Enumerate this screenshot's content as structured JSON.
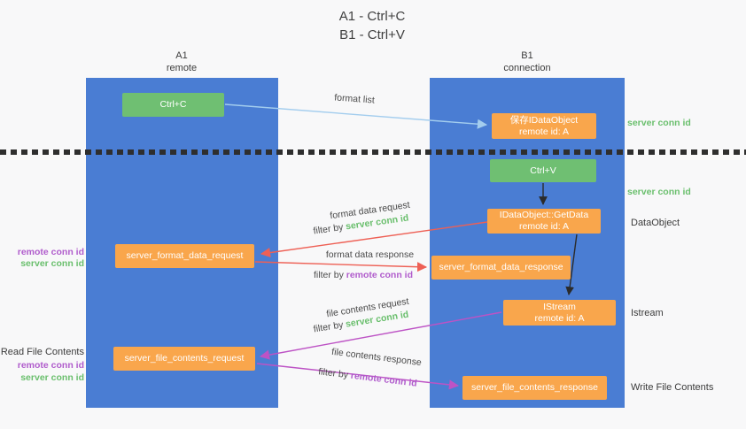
{
  "title": {
    "line1": "A1 - Ctrl+C",
    "line2": "B1 - Ctrl+V"
  },
  "columns": {
    "left": {
      "id": "A1",
      "subtitle": "remote"
    },
    "right": {
      "id": "B1",
      "subtitle": "connection"
    }
  },
  "nodes": {
    "ctrl_c": {
      "label": "Ctrl+C"
    },
    "save_idataobject": {
      "line1": "保存IDataObject",
      "line2": "remote id: A"
    },
    "ctrl_v": {
      "label": "Ctrl+V"
    },
    "getdata": {
      "line1": "IDataObject::GetData",
      "line2": "remote id: A"
    },
    "format_request": {
      "label": "server_format_data_request"
    },
    "format_response": {
      "label": "server_format_data_response"
    },
    "istream": {
      "line1": "IStream",
      "line2": "remote id: A"
    },
    "file_request": {
      "label": "server_file_contents_request"
    },
    "file_response": {
      "label": "server_file_contents_response"
    }
  },
  "arrow_labels": {
    "format_list": {
      "text": "format list"
    },
    "format_request": {
      "text": "format data request",
      "filter_prefix": "filter by",
      "filter_value": "server conn id"
    },
    "format_response": {
      "text": "format data response",
      "filter_prefix": "filter by",
      "filter_value": "remote conn id"
    },
    "file_request": {
      "text": "file contents request",
      "filter_prefix": "filter by",
      "filter_value": "server conn id"
    },
    "file_response": {
      "text": "file contents response",
      "filter_prefix": "filter by",
      "filter_value": "remote conn id"
    }
  },
  "annotations": {
    "right": {
      "server_conn_id_top": "server conn id",
      "server_conn_id_mid": "server conn id",
      "dataobject": "DataObject",
      "istream": "Istream",
      "write_file_contents": "Write File Contents"
    },
    "left": {
      "remote_conn_id_top": "remote conn id",
      "server_conn_id_top": "server conn id",
      "read_file_contents": "Read File Contents",
      "remote_conn_id_bottom": "remote conn id",
      "server_conn_id_bottom": "server conn id"
    }
  },
  "colors": {
    "column_blue": "#4a7dd3",
    "action_green": "#6fbf72",
    "message_orange": "#f9a64c",
    "arrow_light_blue": "#a3cdee",
    "arrow_red": "#ee6055",
    "arrow_magenta": "#bd53c5",
    "arrow_black": "#2b2b2b",
    "label_green": "#6abf6d",
    "label_purple": "#b05ccc",
    "background": "#f8f8f9"
  }
}
